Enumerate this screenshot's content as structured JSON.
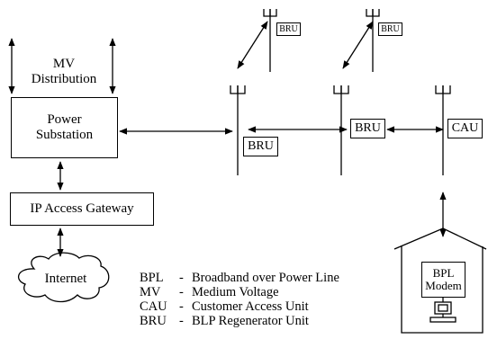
{
  "mv_distribution": {
    "line1": "MV",
    "line2": "Distribution"
  },
  "substation": {
    "line1": "Power",
    "line2": "Substation"
  },
  "gateway": {
    "label": "IP Access Gateway"
  },
  "internet": {
    "label": "Internet"
  },
  "units": {
    "bru_top_left": "BRU",
    "bru_top_right": "BRU",
    "bru_mid_left": "BRU",
    "bru_mid_right": "BRU",
    "cau": "CAU"
  },
  "home": {
    "modem_line1": "BPL",
    "modem_line2": "Modem"
  },
  "legend": [
    {
      "abbr": "BPL",
      "sep": "-",
      "text": "Broadband over Power Line"
    },
    {
      "abbr": "MV",
      "sep": "-",
      "text": "Medium Voltage"
    },
    {
      "abbr": "CAU",
      "sep": "-",
      "text": "Customer Access Unit"
    },
    {
      "abbr": "BRU",
      "sep": "-",
      "text": "BLP Regenerator Unit"
    }
  ],
  "icons": [
    "pole-icon",
    "cloud-icon",
    "house-icon",
    "computer-icon",
    "arrow-icon"
  ]
}
